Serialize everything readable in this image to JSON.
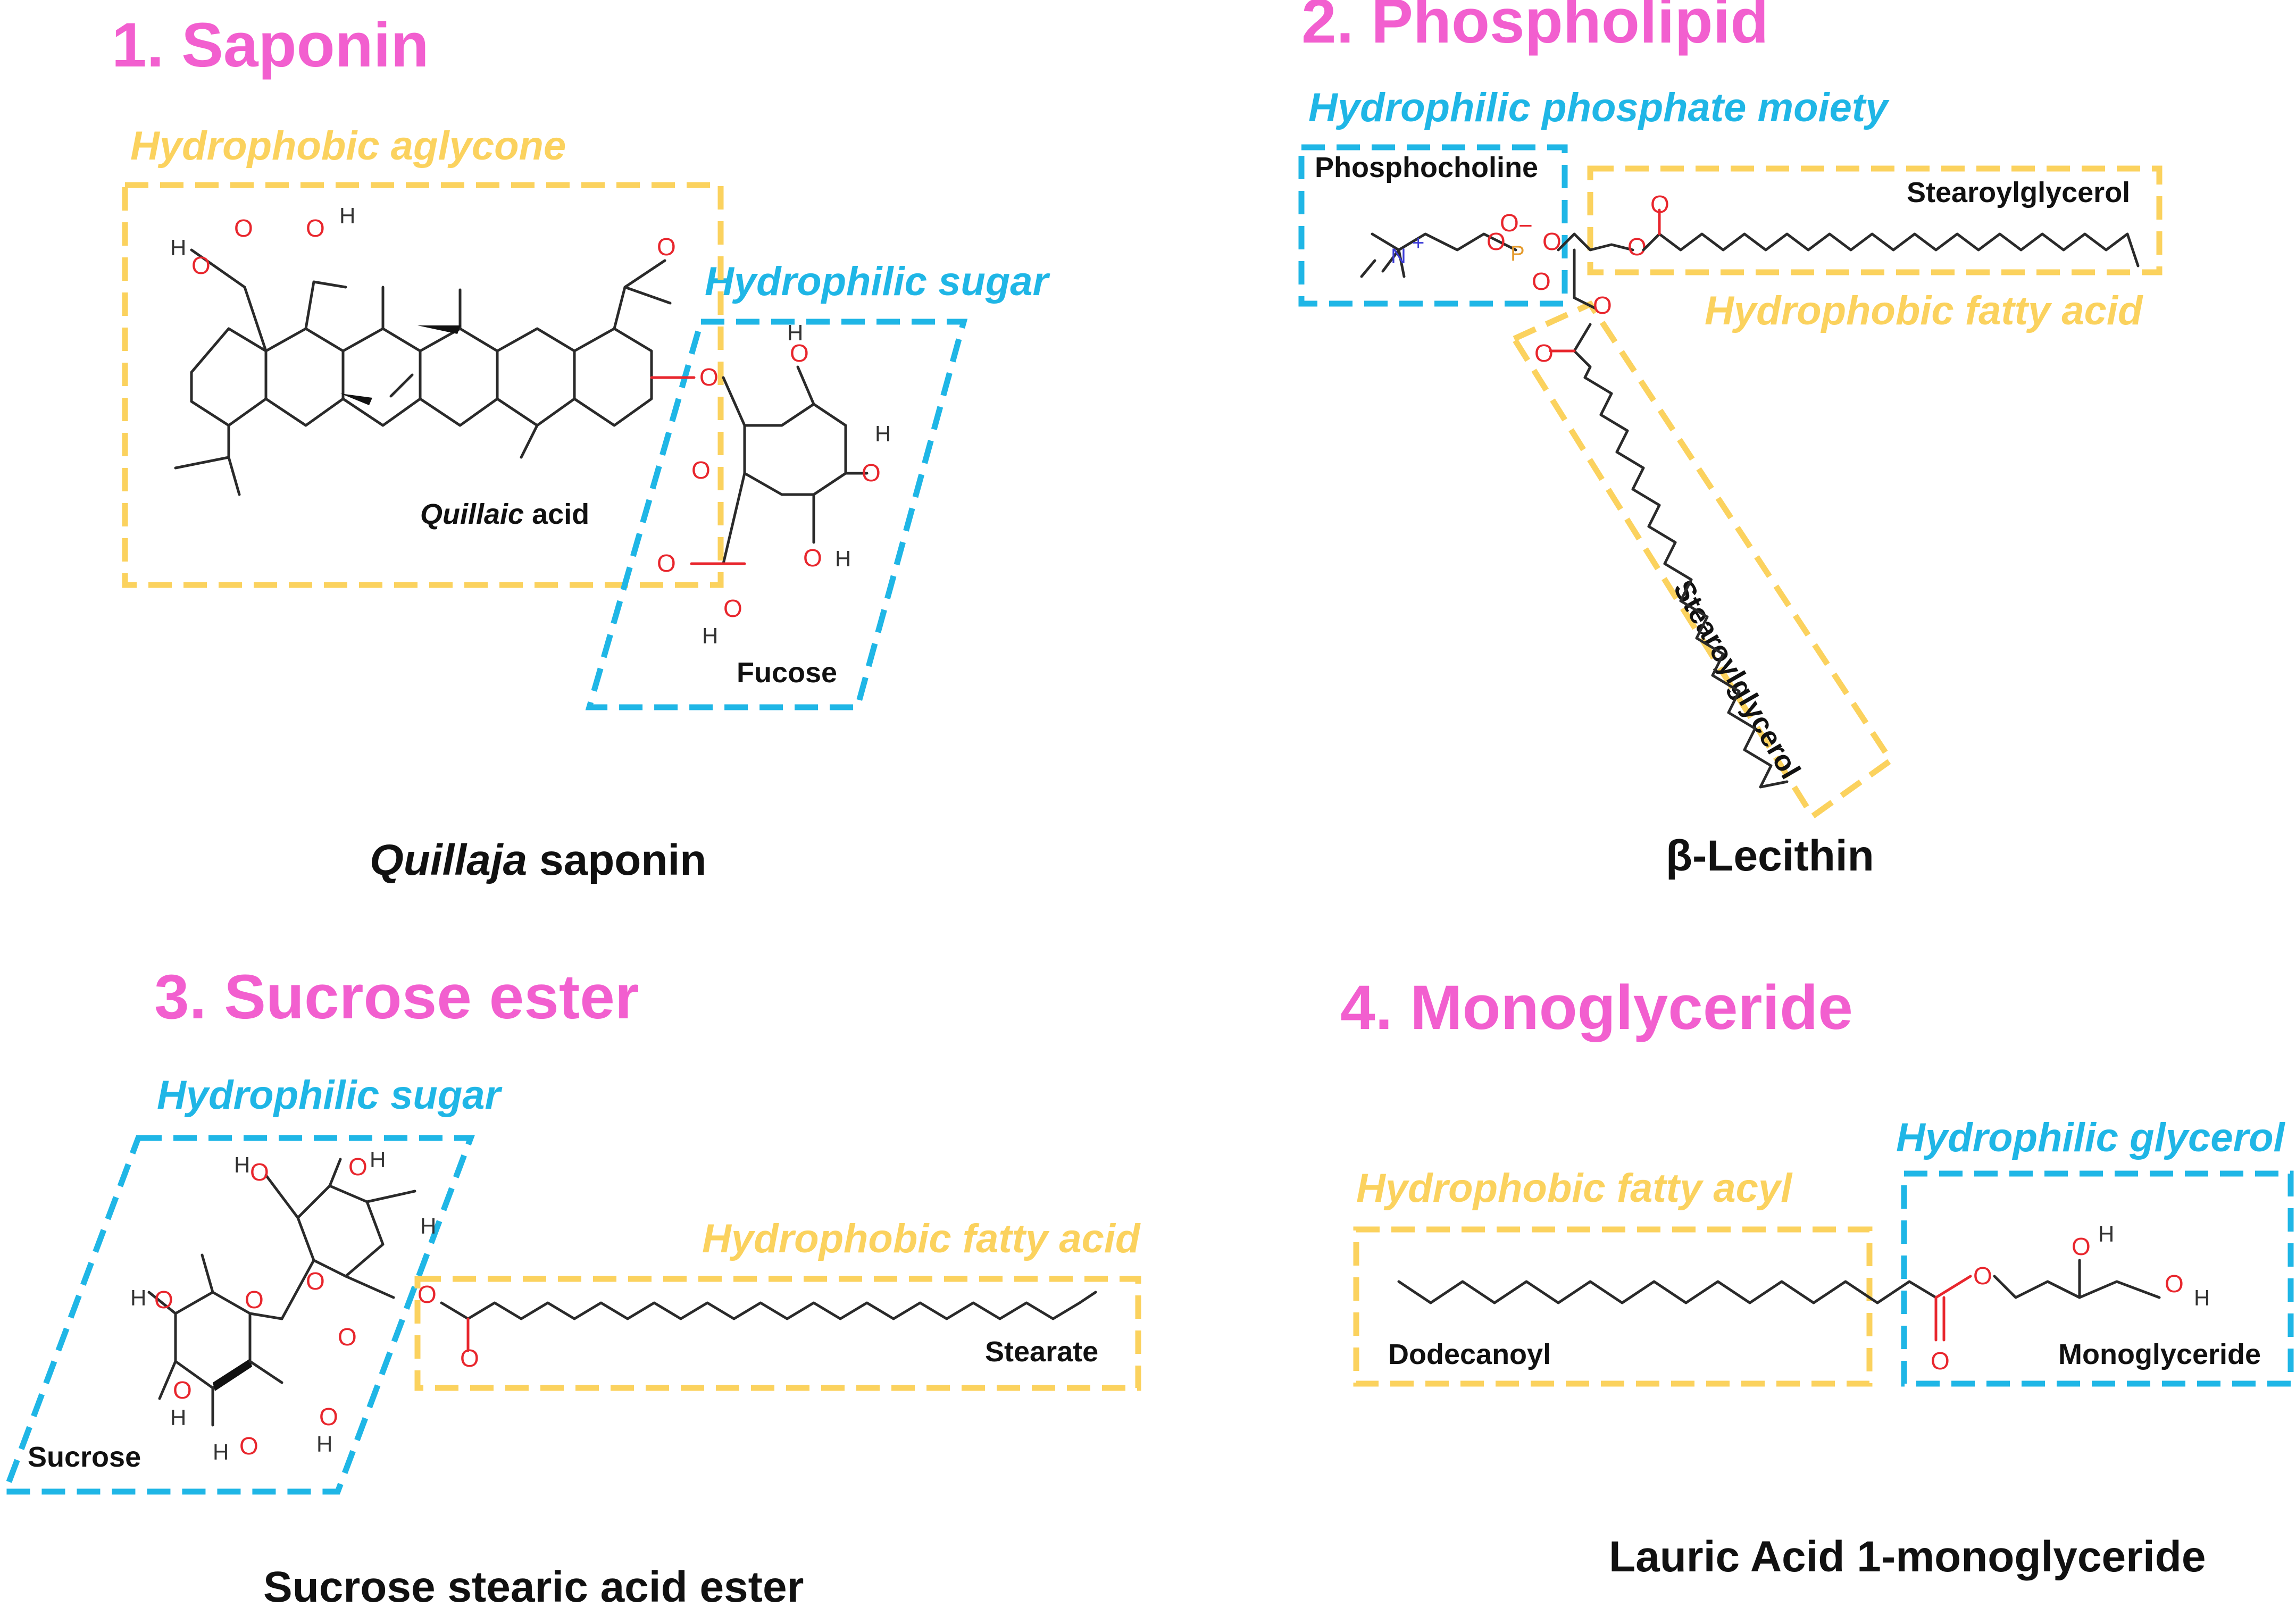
{
  "panels": {
    "saponin": {
      "heading": "1. Saponin",
      "hydrophobic_label": "Hydrophobic aglycone",
      "hydrophilic_label": "Hydrophilic sugar",
      "aglycone_name_italic": "Quillaic",
      "aglycone_name_rest": " acid",
      "sugar_name": "Fucose",
      "caption_italic": "Quillaja",
      "caption_rest": " saponin"
    },
    "phospholipid": {
      "heading": "2. Phospholipid",
      "hydrophilic_label": "Hydrophilic phosphate moiety",
      "hydrophobic_label": "Hydrophobic fatty acid",
      "head_name": "Phosphocholine",
      "chain1_name": "Stearoylglycerol",
      "chain2_name": "Stearoylglycerol",
      "caption": "β-Lecithin"
    },
    "sucrose_ester": {
      "heading": "3. Sucrose ester",
      "hydrophilic_label": "Hydrophilic sugar",
      "hydrophobic_label": "Hydrophobic fatty acid",
      "sugar_name": "Sucrose",
      "chain_name": "Stearate",
      "caption": "Sucrose stearic acid ester"
    },
    "monoglyceride": {
      "heading": "4. Monoglyceride",
      "hydrophobic_label": "Hydrophobic fatty acyl",
      "hydrophilic_label": "Hydrophilic glycerol",
      "chain_name": "Dodecanoyl",
      "head_name": "Monoglyceride",
      "caption": "Lauric Acid 1-monoglyceride"
    }
  },
  "atoms": {
    "oxygen": "O",
    "hydrogen": "H",
    "nitrogen": "N",
    "phosphorus": "P",
    "minus": "−",
    "plus": "+"
  },
  "colors": {
    "heading": "#f25fcf",
    "hydrophilic": "#1fb6e6",
    "hydrophobic": "#fbd25e",
    "oxygen": "#e8262d"
  }
}
